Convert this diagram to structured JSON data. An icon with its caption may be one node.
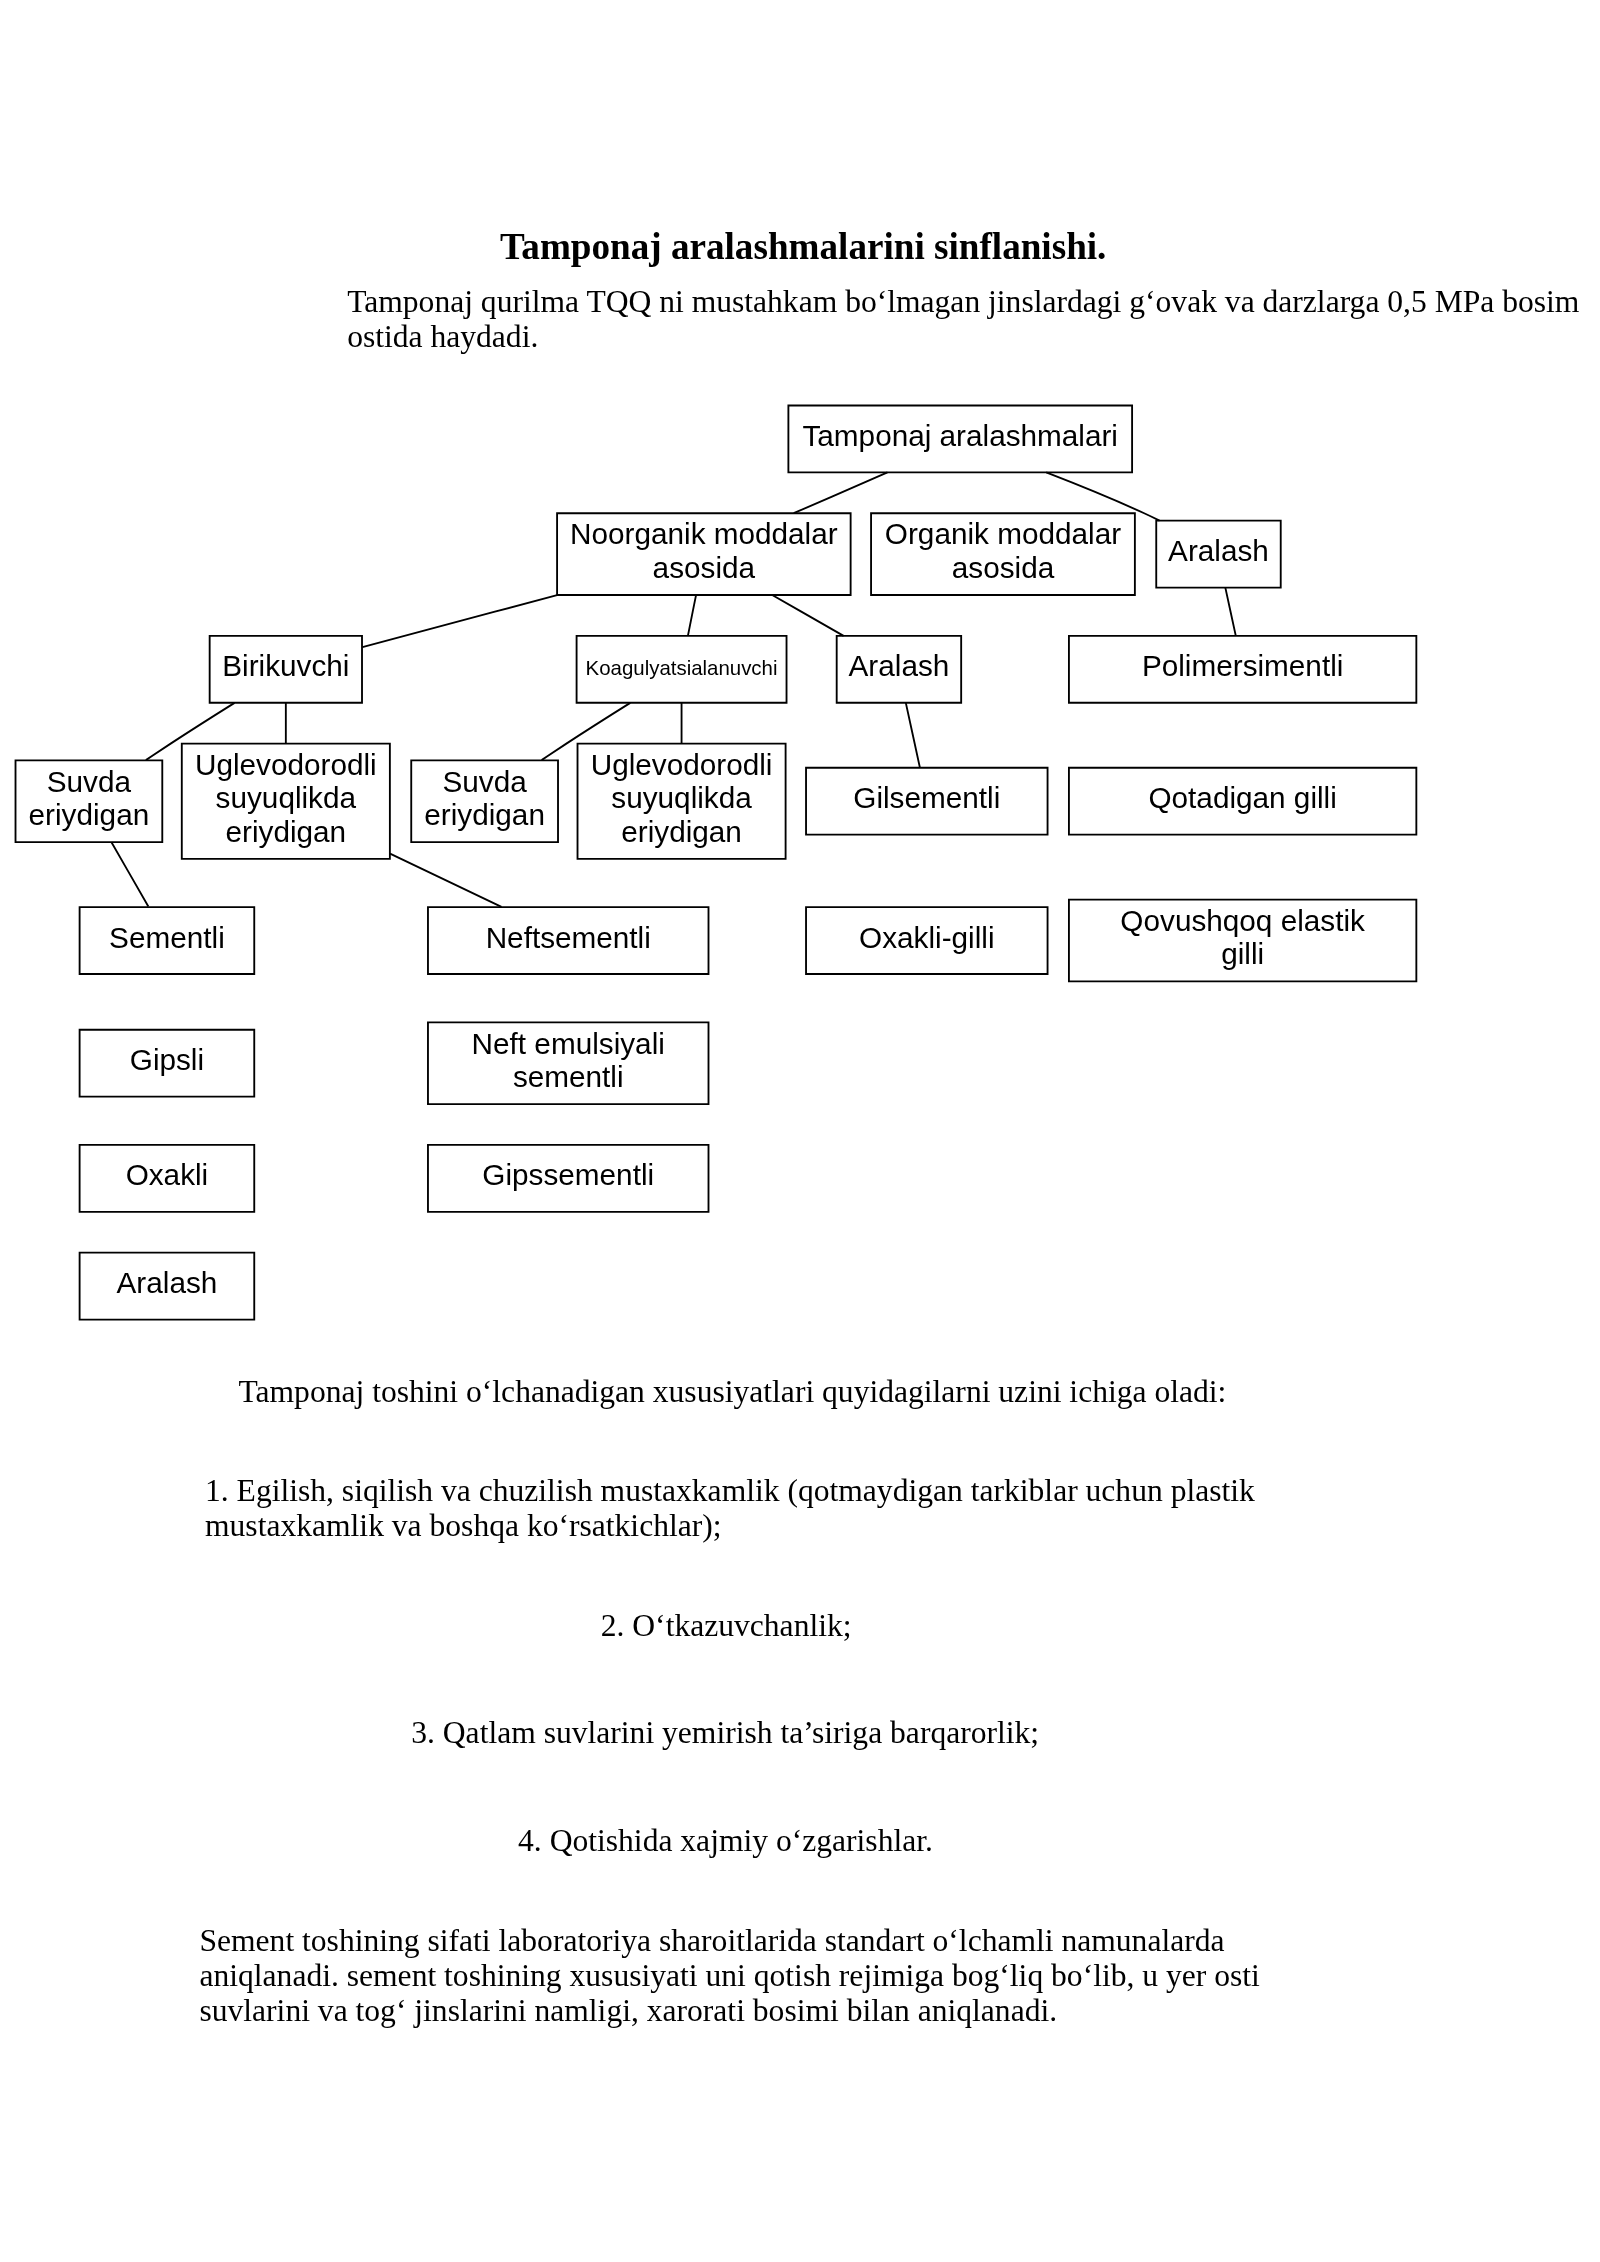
{
  "diagram": {
    "title": "Tamponaj aralashmalarini sinflanishi.",
    "nodes": [
      {
        "text": [
          "Tamponaj aralashmalari"
        ]
      },
      {
        "text": [
          "Noorganik moddalar asosida"
        ]
      },
      {
        "text": [
          "Organik moddalar asosida"
        ]
      },
      {
        "text": [
          "Aralash"
        ]
      },
      {
        "text": [
          "Birikuvchi"
        ]
      },
      {
        "text": [
          "Koagulyatsialanuvchi"
        ]
      },
      {
        "text": [
          "Aralash"
        ]
      },
      {
        "text": [
          "Polimersimentli"
        ]
      },
      {
        "text": [
          "Qotadigan gilli"
        ]
      },
      {
        "text": [
          "Qovushqoq elastik gilli"
        ]
      },
      {
        "text": [
          "Suvda eriydigan"
        ]
      },
      {
        "text": [
          "Uglevodorodli suyuqlikda eriydigan"
        ]
      },
      {
        "text": [
          "Suvda eriydigan"
        ]
      },
      {
        "text": [
          "Uglevodorodli suyuqlikda eriydigan"
        ]
      },
      {
        "text": [
          "Sementli"
        ]
      },
      {
        "text": [
          "Gipsli"
        ]
      },
      {
        "text": [
          "Oxakli"
        ]
      },
      {
        "text": [
          "Aralash"
        ]
      },
      {
        "text": [
          "Neftsementli"
        ]
      },
      {
        "text": [
          "Neft emulsiyali sementli"
        ]
      },
      {
        "text": [
          "Gipssementli"
        ]
      },
      {
        "text": [
          "Gilsementli"
        ]
      },
      {
        "text": [
          "Oxakli-gilli"
        ]
      }
    ],
    "edges": [
      {
        "from": 0,
        "to": 1,
        "arrow": "none"
      },
      {
        "from": 0,
        "to": 3,
        "arrow": "none"
      },
      {
        "from": 3,
        "to": 7,
        "arrow": "none"
      },
      {
        "from": 1,
        "to": 4,
        "arrow": "none"
      },
      {
        "from": 1,
        "to": 5,
        "arrow": "none"
      },
      {
        "from": 1,
        "to": 6,
        "arrow": "none"
      },
      {
        "from": 4,
        "to": 10,
        "arrow": "none"
      },
      {
        "from": 4,
        "to": 11,
        "arrow": "none"
      },
      {
        "from": 5,
        "to": 12,
        "arrow": "none"
      },
      {
        "from": 5,
        "to": 13,
        "arrow": "none"
      },
      {
        "from": 6,
        "to": 21,
        "arrow": "none"
      },
      {
        "from": 10,
        "to": 14,
        "arrow": "none"
      },
      {
        "from": 11,
        "to": 18,
        "arrow": "none"
      }
    ],
    "labels": [
      "Tamponaj qurilma TQQ ni mustahkam bo‘lmagan jinslardagi g‘ovak va darzlarga 0,5 MPa bosim ostida haydadi.",
      "Tamponaj toshini o‘lchanadigan xususiyatlari quyidagilarni uzini ichiga oladi:",
      "1. Egilish, siqilish va chuzilish mustaxkamlik (qotmaydigan tarkiblar uchun plastik mustaxkamlik va boshqa ko‘rsatkichlar);",
      "2. O‘tkazuvchanlik;",
      "3. Qatlam suvlarini yemirish ta’siriga barqarorlik;",
      "4. Qotishida xajmiy o‘zgarishlar.",
      "Sement toshining sifati laboratoriya sharoitlarida standart o‘lchamli namunalarda aniqlanadi. sement toshining xususiyati uni qotish rejimiga bog‘liq bo‘lib, u yer osti suvlarini va tog‘ jinslarini namligi, xarorati bosimi bilan aniqlanadi."
    ]
  }
}
